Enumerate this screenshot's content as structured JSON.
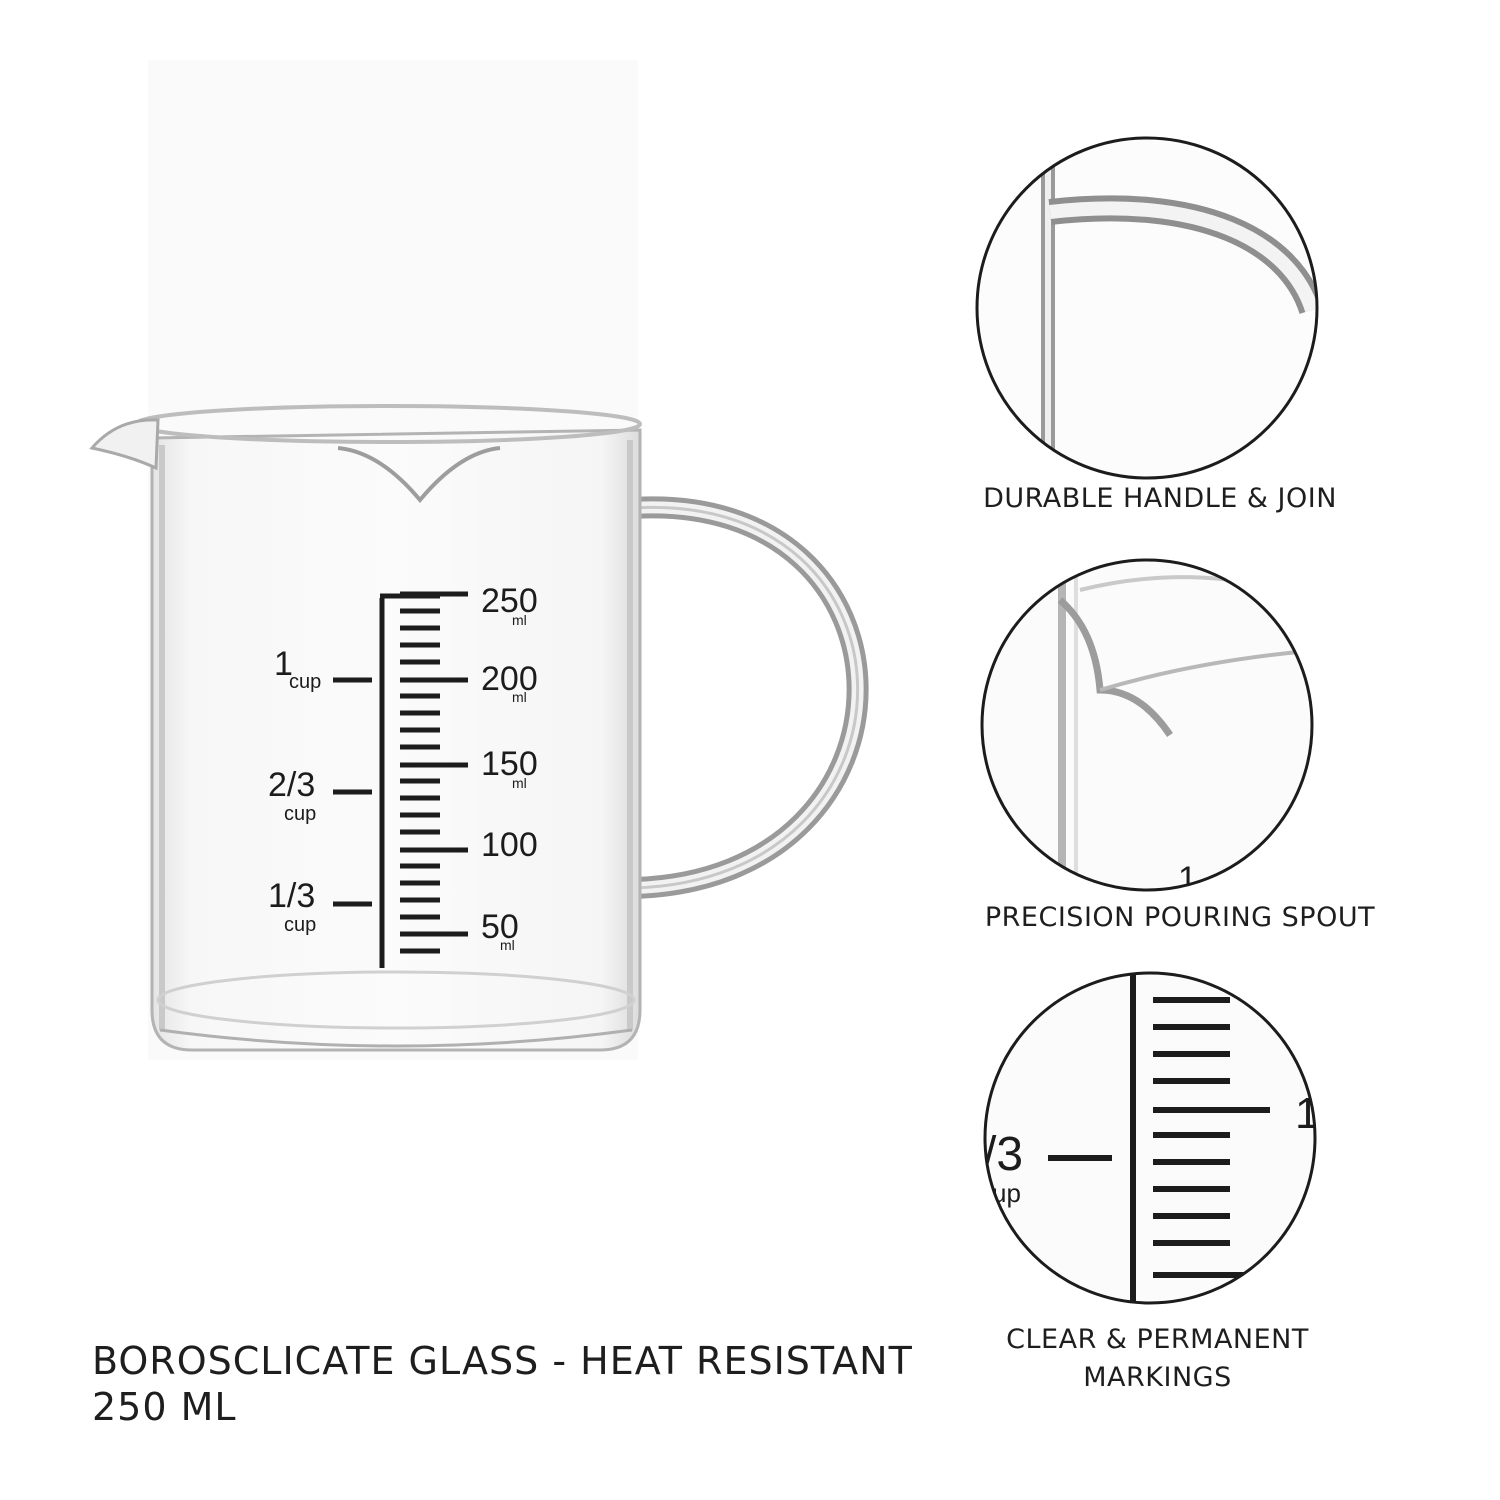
{
  "product": {
    "title_line1": "BOROSCLICATE GLASS - HEAT RESISTANT",
    "title_line2": "250 ML"
  },
  "scale": {
    "ml_marks": [
      "250",
      "200",
      "150",
      "100",
      "50"
    ],
    "ml_unit": "ml",
    "cup_marks": [
      {
        "value": "1",
        "unit": "cup"
      },
      {
        "value": "2/3",
        "unit": "cup"
      },
      {
        "value": "1/3",
        "unit": "cup"
      }
    ]
  },
  "features": [
    {
      "lines": [
        "DURABLE HANDLE & JOIN"
      ],
      "icon": "handle-closeup"
    },
    {
      "lines": [
        "PRECISION POURING SPOUT"
      ],
      "icon": "spout-closeup"
    },
    {
      "lines": [
        "CLEAR & PERMANENT",
        "MARKINGS"
      ],
      "icon": "markings-closeup"
    }
  ],
  "zoom_labels": {
    "spout_edge": "1",
    "markings_left": "/3",
    "markings_left_unit": "up",
    "markings_right": "1"
  },
  "colors": {
    "background": "#ffffff",
    "ink": "#1c1c1c",
    "glass_edge": "#b9b9b9"
  }
}
